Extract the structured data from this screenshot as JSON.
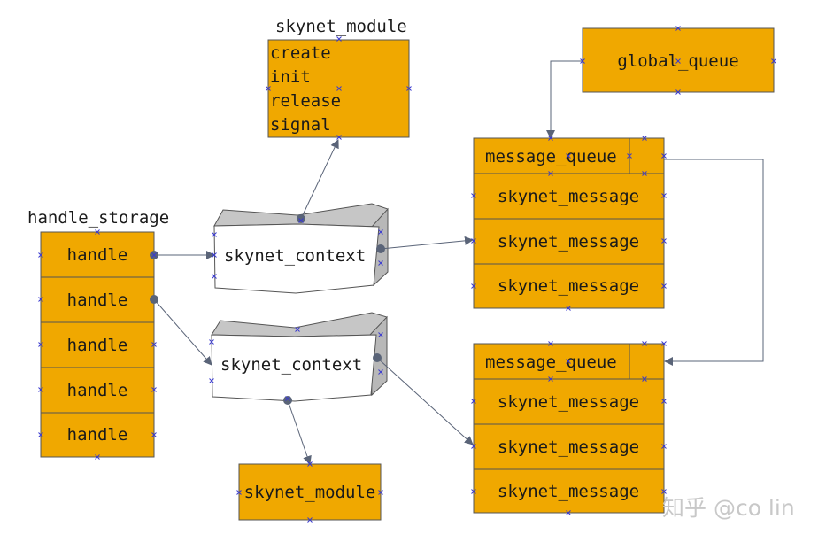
{
  "module_top": {
    "title": "skynet_module",
    "items": [
      "create",
      "init",
      "release",
      "signal"
    ]
  },
  "handle_storage": {
    "title": "handle_storage",
    "items": [
      "handle",
      "handle",
      "handle",
      "handle",
      "handle"
    ]
  },
  "context_top": {
    "label": "skynet_context"
  },
  "context_bottom": {
    "label": "skynet_context"
  },
  "module_bottom": {
    "label": "skynet_module"
  },
  "global_queue": {
    "label": "global_queue"
  },
  "queue_top": {
    "title": "message_queue",
    "messages": [
      "skynet_message",
      "skynet_message",
      "skynet_message"
    ]
  },
  "queue_bottom": {
    "title": "message_queue",
    "messages": [
      "skynet_message",
      "skynet_message",
      "skynet_message"
    ]
  },
  "watermark": "知乎 @co lin",
  "colors": {
    "box_fill": "#F0A800",
    "arrow": "#5a6478",
    "cube_side": "#c8c8c8"
  }
}
